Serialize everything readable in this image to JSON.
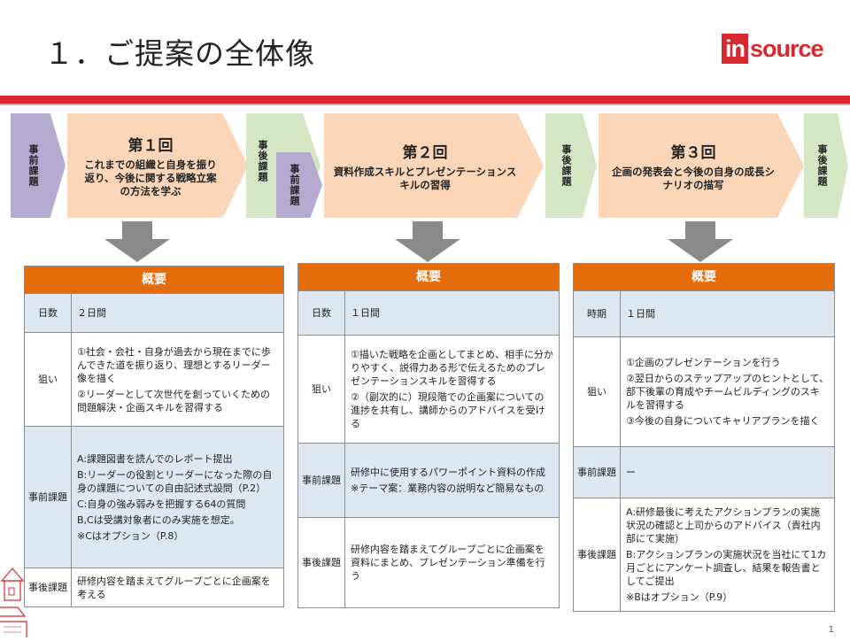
{
  "title": "１．ご提案の全体像",
  "logo": {
    "part1": "in",
    "part2": "source"
  },
  "page_number": "1",
  "flow": {
    "pre1": "事前課題",
    "stage1": {
      "title": "第１回",
      "desc": "これまでの組織と自身を振り返り、今後に関する戦略立案の方法を学ぶ"
    },
    "post1": "事後課題",
    "pre2": "事前課題",
    "stage2": {
      "title": "第２回",
      "desc": "資料作成スキルとプレゼンテーションスキルの習得"
    },
    "post2": "事後課題",
    "stage3": {
      "title": "第３回",
      "desc": "企画の発表会と今後の自身の成長シナリオの描写"
    },
    "post3": "事後課題"
  },
  "tables": [
    {
      "header": "概要",
      "rows": [
        {
          "label": "日数",
          "value": [
            "２日間"
          ]
        },
        {
          "label": "狙い",
          "value": [
            "①社会・会社・自身が過去から現在までに歩んできた道を振り返り、理想とするリーダー像を描く",
            "②リーダーとして次世代を創っていくための問題解決・企画スキルを習得する"
          ]
        },
        {
          "label": "事前課題",
          "value": [
            "A:課題図書を読んでのレポート提出",
            "B:リーダーの役割とリーダーになった際の自身の課題についての自由記述式設問（P.2）",
            "C:自身の強み弱みを把握する64の質問",
            "B,Cは受講対象者にのみ実施を想定。",
            "※Cはオプション（P.8）"
          ]
        },
        {
          "label": "事後課題",
          "value": [
            "研修内容を踏まえてグループごとに企画案を考える"
          ]
        }
      ]
    },
    {
      "header": "概要",
      "rows": [
        {
          "label": "日数",
          "value": [
            "１日間"
          ]
        },
        {
          "label": "狙い",
          "value": [
            "①描いた戦略を企画としてまとめ、相手に分かりやすく、説得力ある形で伝えるためのプレゼンテーションスキルを習得する",
            "②（副次的に）現段階での企画案についての進捗を共有し、講師からのアドバイスを受ける"
          ]
        },
        {
          "label": "事前課題",
          "value": [
            "研修中に使用するパワーポイント資料の作成",
            "※テーマ案：業務内容の説明など簡易なもの"
          ]
        },
        {
          "label": "事後課題",
          "value": [
            "研修内容を踏まえてグループごとに企画案を資料にまとめ、プレゼンテーション準備を行う"
          ]
        }
      ]
    },
    {
      "header": "概要",
      "rows": [
        {
          "label": "時期",
          "value": [
            "１日間"
          ]
        },
        {
          "label": "狙い",
          "value": [
            "①企画のプレゼンテーションを行う",
            "②翌日からのステップアップのヒントとして、部下後輩の育成やチームビルディングのスキルを習得する",
            "③今後の自身についてキャリアプランを描く"
          ]
        },
        {
          "label": "事前課題",
          "value": [
            "ー"
          ]
        },
        {
          "label": "事後課題",
          "value": [
            "A:研修最後に考えたアクションプランの実施状況の確認と上司からのアドバイス（貴社内部にて実施）",
            "B:アクションプランの実施状況を当社にて1カ月ごとにアンケート調査し、結果を報告書としてご提出",
            "※Bはオプション（P.9）"
          ]
        }
      ]
    }
  ]
}
